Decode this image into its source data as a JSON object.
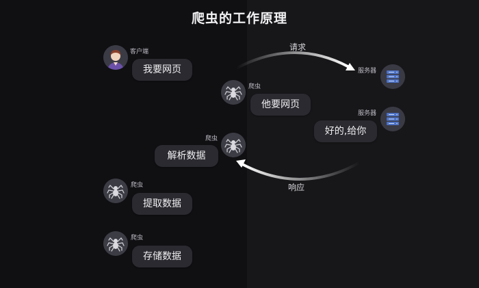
{
  "title": "爬虫的工作原理",
  "nodes": {
    "client": {
      "tag": "客户端",
      "message": "我要网页"
    },
    "spider_request": {
      "tag": "爬虫",
      "message": "他要网页"
    },
    "server_1": {
      "tag": "服务器"
    },
    "server_2": {
      "tag": "服务器",
      "message": "好的,给你"
    },
    "spider_parse": {
      "tag": "爬虫",
      "message": "解析数据"
    },
    "spider_extract": {
      "tag": "爬虫",
      "message": "提取数据"
    },
    "spider_store": {
      "tag": "爬虫",
      "message": "存储数据"
    }
  },
  "arrows": {
    "request": "请求",
    "response": "响应"
  },
  "colors": {
    "left_panel": "#101013",
    "right_panel": "#17171a",
    "bubble": "#2a2a30",
    "server_blue": "#4e72c4"
  },
  "icons": {
    "client": "person-avatar-icon",
    "spider": "spider-icon",
    "server": "server-rack-icon"
  }
}
